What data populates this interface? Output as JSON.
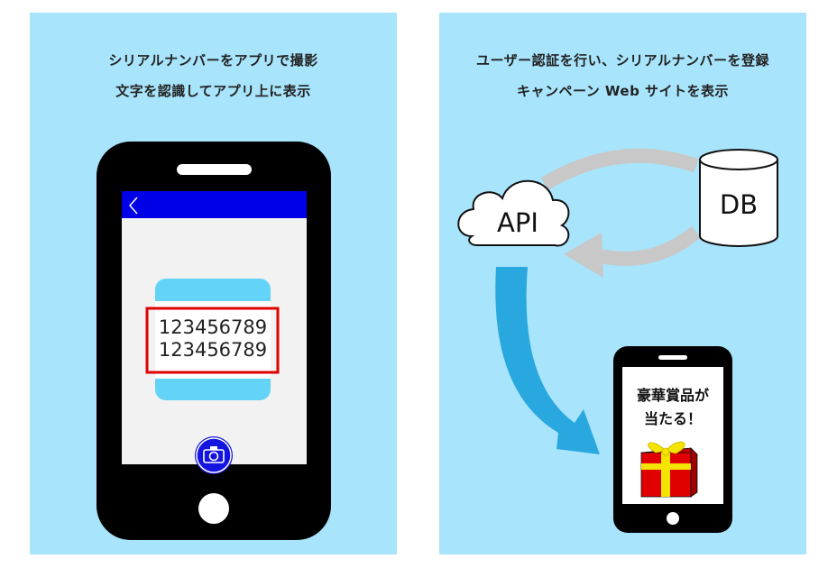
{
  "left_panel": {
    "caption_line1": "シリアルナンバーをアプリで撮影",
    "caption_line2": "文字を認識してアプリ上に表示",
    "phone": {
      "header_color": "#0000e6",
      "back_icon": "chevron-left-icon",
      "serial_line1": "123456789",
      "serial_line2": "123456789",
      "highlight_color": "#e00000",
      "camera_icon": "camera-icon"
    }
  },
  "right_panel": {
    "caption_line1": "ユーザー認証を行い、シリアルナンバーを登録",
    "caption_line2": "キャンペーン Web サイトを表示",
    "api_label": "API",
    "db_label": "DB",
    "phone": {
      "prize_line1": "豪華賞品が",
      "prize_line2": "当たる！",
      "gift_icon": "gift-box-icon"
    }
  },
  "colors": {
    "panel_bg": "#a8e4fb",
    "arrow_blue": "#29a8e0",
    "arrow_gray": "#c8c8c8"
  }
}
